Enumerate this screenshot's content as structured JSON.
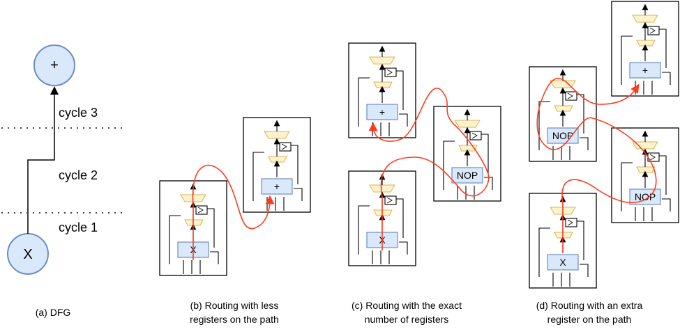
{
  "dfg": {
    "top_node_label": "+",
    "bottom_node_label": "X",
    "cycles": [
      "cycle 3",
      "cycle 2",
      "cycle 1"
    ],
    "caption": "(a) DFG"
  },
  "panel_b": {
    "caption_line1": "(b) Routing with less",
    "caption_line2": "registers on the path",
    "pe_ops": [
      "X",
      "+"
    ]
  },
  "panel_c": {
    "caption_line1": "(c) Routing with the exact",
    "caption_line2": "number of registers",
    "pe_ops": [
      "+",
      "NOP",
      "X"
    ]
  },
  "panel_d": {
    "caption_line1": "(d) Routing with an extra",
    "caption_line2": "register on the path",
    "pe_ops": [
      "+",
      "NOP",
      "NOP",
      "X"
    ]
  },
  "colors": {
    "node_fill": "#dae8fc",
    "node_stroke": "#6c8ebf",
    "mux_fill": "#fff2cc",
    "mux_stroke": "#d6b656",
    "route": "#ff3b1f",
    "line": "#000000"
  }
}
